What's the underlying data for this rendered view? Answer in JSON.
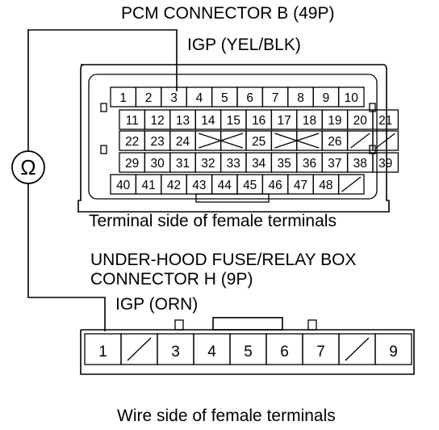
{
  "top_connector": {
    "title": "PCM CONNECTOR B (49P)",
    "probe_label": "IGP (YEL/BLK)",
    "caption": "Terminal side of female terminals",
    "rows": [
      [
        "1",
        "2",
        "3",
        "4",
        "5",
        "6",
        "7",
        "8",
        "9",
        "10"
      ],
      [
        "11",
        "12",
        "13",
        "14",
        "15",
        "16",
        "17",
        "18",
        "19",
        "20",
        "21"
      ],
      [
        "22",
        "23",
        "24",
        "25",
        "26"
      ],
      [
        "29",
        "30",
        "31",
        "32",
        "33",
        "34",
        "35",
        "36",
        "37",
        "38",
        "39"
      ],
      [
        "40",
        "41",
        "42",
        "43",
        "44",
        "45",
        "46",
        "47",
        "48"
      ]
    ]
  },
  "bottom_connector": {
    "title_line1": "UNDER-HOOD FUSE/RELAY BOX",
    "title_line2": "CONNECTOR H (9P)",
    "probe_label": "IGP (ORN)",
    "caption": "Wire side of female terminals",
    "pins": [
      "1",
      "3",
      "4",
      "5",
      "6",
      "7",
      "9"
    ]
  },
  "meter": {
    "symbol": "Ω"
  }
}
